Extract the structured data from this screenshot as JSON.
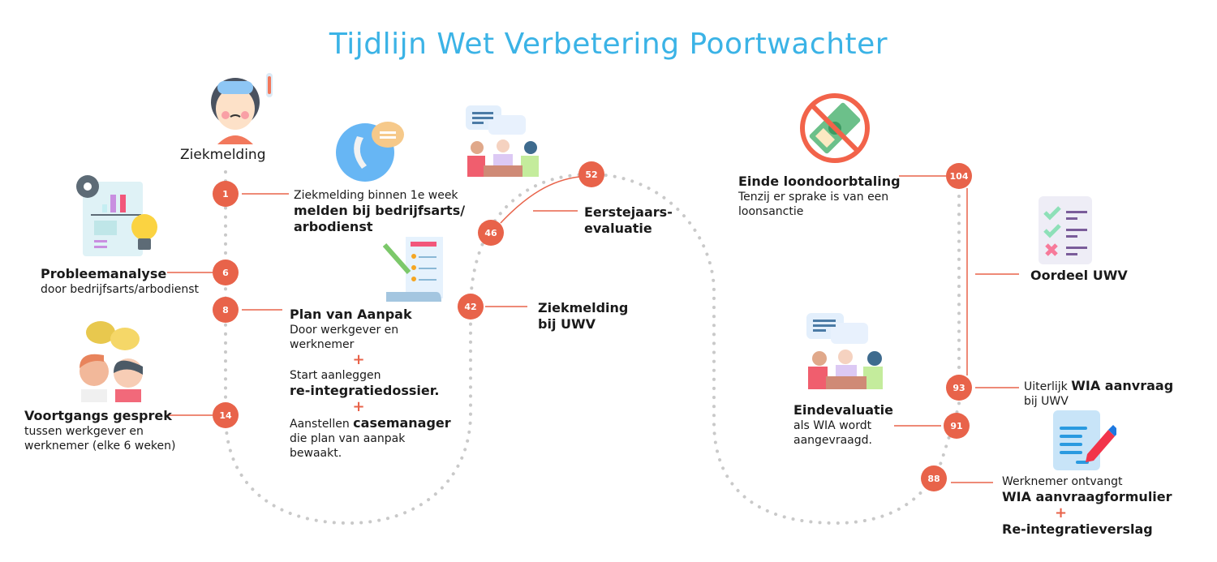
{
  "title": "Tijdlijn Wet Verbetering Poortwachter",
  "colors": {
    "accent": "#e8634a",
    "title": "#3bb3e6",
    "dots": "#c9c9c9"
  },
  "start_label": "Ziekmelding",
  "milestones": [
    {
      "week": "1",
      "line1": "Ziekmelding binnen 1e week",
      "bold": "melden bij bedrijfsarts/ arbodienst"
    },
    {
      "week": "6",
      "bold": "Probleemanalyse",
      "line1": "door bedrijfsarts/arbodienst"
    },
    {
      "week": "8",
      "bold": "Plan van Aanpak",
      "line1": "Door werkgever en werknemer",
      "plus": "+",
      "line2": "Start aanleggen",
      "bold2": "re-integratiedossier.",
      "line3": "Aanstellen",
      "bold3": "casemanager",
      "line4": "die plan van aanpak bewaakt."
    },
    {
      "week": "14",
      "bold": "Voortgangs gesprek",
      "line1": "tussen werkgever en werknemer (elke 6 weken)"
    },
    {
      "week": "42",
      "bold": "Ziekmelding bij UWV"
    },
    {
      "week": "46",
      "bold": "Eerstejaars- evaluatie"
    },
    {
      "week": "52"
    },
    {
      "week": "88",
      "line1": "Werknemer ontvangt",
      "bold": "WIA aanvraagformulier",
      "plus": "+",
      "bold2": "Re-integratieverslag"
    },
    {
      "week": "91",
      "bold": "Eindevaluatie",
      "line1": "als WIA wordt aangevraagd."
    },
    {
      "week": "93",
      "line1": "Uiterlijk",
      "bold": "WIA aanvraag",
      "line2": "bij UWV"
    },
    {
      "week": "104",
      "bold": "Einde loondoorbtaling",
      "line1": "Tenzij er sprake is van een loonsanctie"
    }
  ],
  "range_label": "Oordeel UWV",
  "icons": [
    "sick-person-icon",
    "phone-chat-icon",
    "meeting-icon",
    "analysis-report-icon",
    "checklist-icon",
    "conversation-icon",
    "no-money-icon",
    "evaluation-checklist-icon",
    "form-edit-icon"
  ]
}
